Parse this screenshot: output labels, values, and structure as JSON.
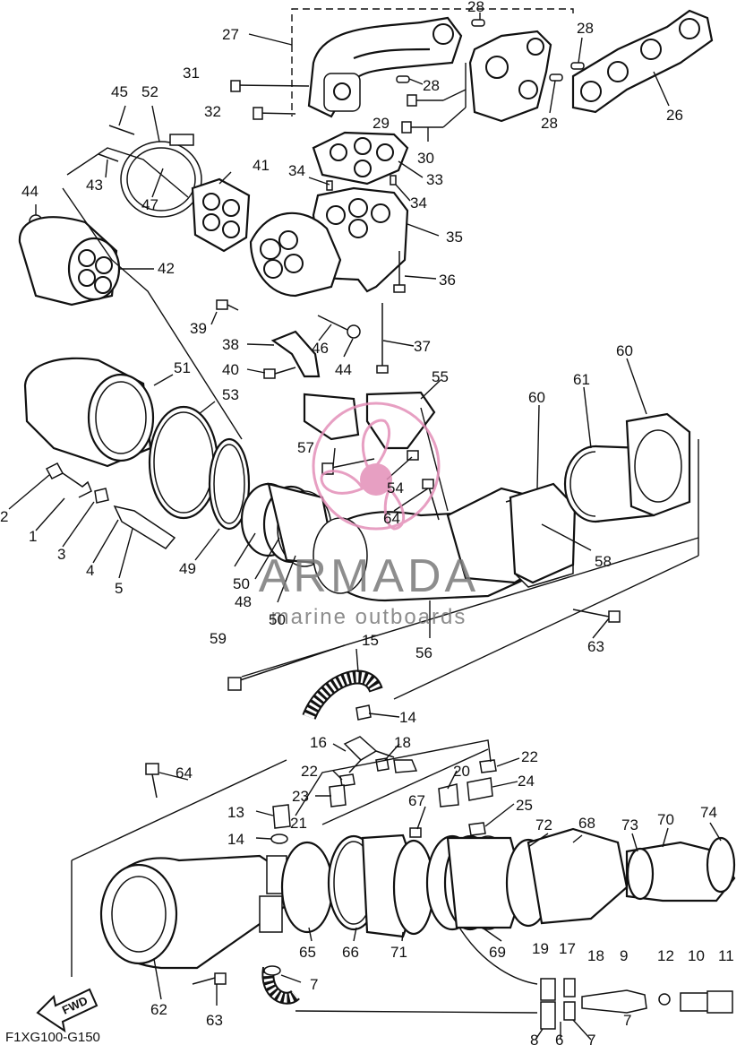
{
  "watermark": {
    "brand": "ARMADA",
    "tagline": "marine outboards",
    "logo_color": "#e38fb8"
  },
  "diagram_code": "F1XG100-G150",
  "fwd_label": "FWD",
  "callouts": {
    "c1": "1",
    "c2": "2",
    "c3": "3",
    "c4": "4",
    "c5": "5",
    "c6": "6",
    "c7a": "7",
    "c7b": "7",
    "c7c": "7",
    "c8": "8",
    "c9": "9",
    "c10": "10",
    "c11": "11",
    "c12": "12",
    "c13": "13",
    "c14a": "14",
    "c14b": "14",
    "c15": "15",
    "c16": "16",
    "c17": "17",
    "c18a": "18",
    "c18b": "18",
    "c19": "19",
    "c20": "20",
    "c21": "21",
    "c22a": "22",
    "c22b": "22",
    "c23": "23",
    "c24": "24",
    "c25": "25",
    "c26": "26",
    "c27": "27",
    "c28a": "28",
    "c28b": "28",
    "c28c": "28",
    "c28d": "28",
    "c29": "29",
    "c30": "30",
    "c31": "31",
    "c32": "32",
    "c33": "33",
    "c34a": "34",
    "c34b": "34",
    "c35": "35",
    "c36": "36",
    "c37": "37",
    "c38": "38",
    "c39": "39",
    "c40": "40",
    "c41": "41",
    "c42": "42",
    "c43": "43",
    "c44a": "44",
    "c44b": "44",
    "c45": "45",
    "c46": "46",
    "c47": "47",
    "c48": "48",
    "c49": "49",
    "c50a": "50",
    "c50b": "50",
    "c51": "51",
    "c52": "52",
    "c53": "53",
    "c54": "54",
    "c55": "55",
    "c56": "56",
    "c57": "57",
    "c58": "58",
    "c59": "59",
    "c60a": "60",
    "c60b": "60",
    "c61": "61",
    "c62": "62",
    "c63a": "63",
    "c63b": "63",
    "c64a": "64",
    "c64b": "64",
    "c65": "65",
    "c66": "66",
    "c67": "67",
    "c68": "68",
    "c69": "69",
    "c70": "70",
    "c71": "71",
    "c72": "72",
    "c73": "73",
    "c74": "74"
  }
}
